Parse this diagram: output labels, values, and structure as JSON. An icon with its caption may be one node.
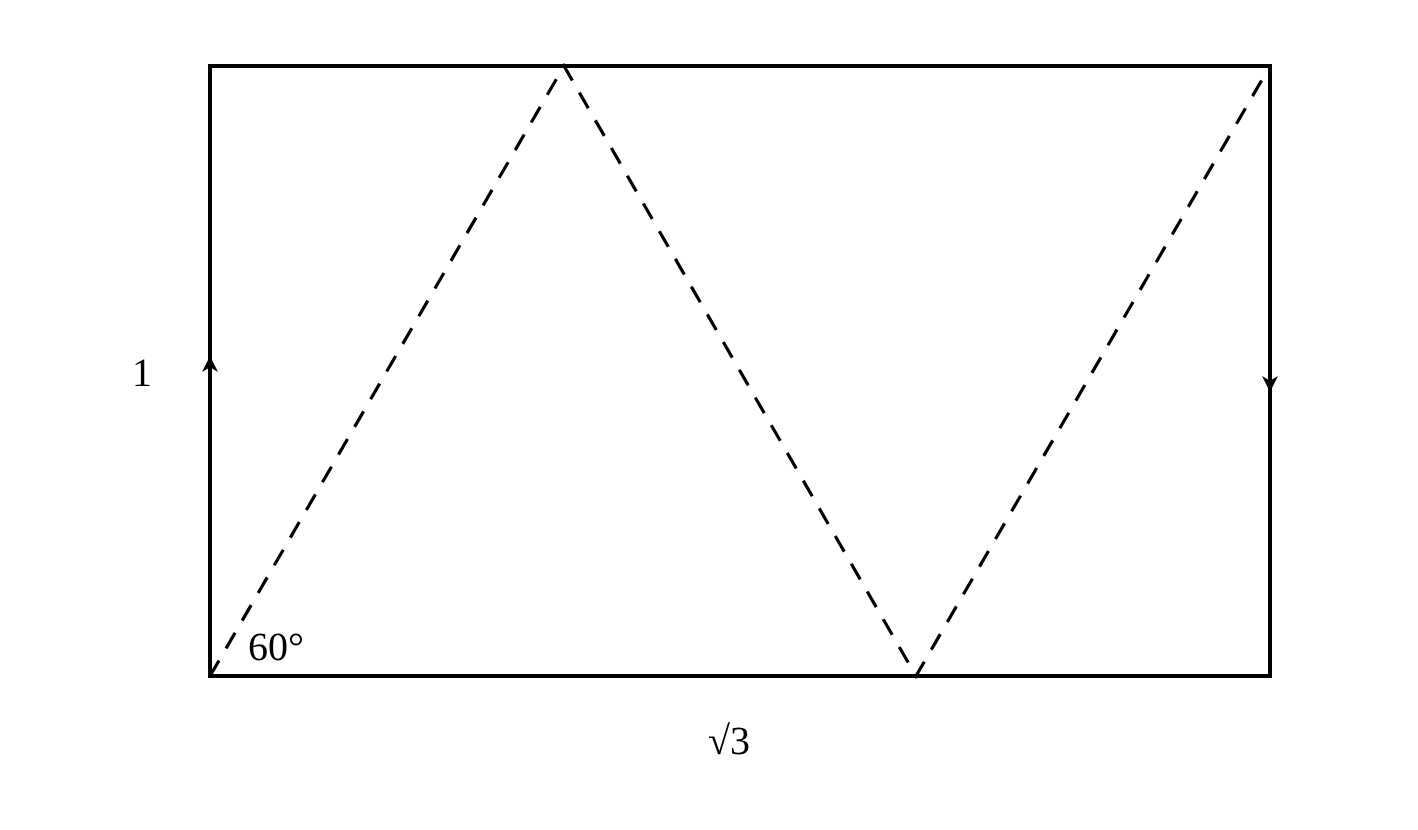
{
  "diagram": {
    "labels": [
      "1",
      "√3",
      "60°"
    ]
  }
}
